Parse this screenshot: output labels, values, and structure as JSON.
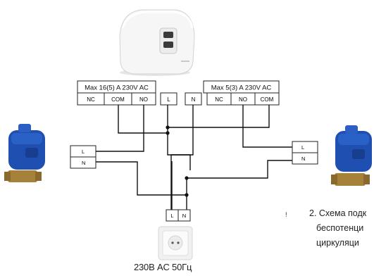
{
  "relay_left": {
    "rating": "Max 16(5) A 230V AC",
    "terminals": [
      "NC",
      "COM",
      "NO"
    ]
  },
  "power_terminals": [
    "L",
    "N"
  ],
  "relay_right": {
    "rating": "Max 5(3) A 230V AC",
    "terminals": [
      "NC",
      "NO",
      "COM"
    ]
  },
  "valve_left_terminals": [
    "L",
    "N"
  ],
  "valve_right_terminals": [
    "L",
    "N"
  ],
  "socket_terminals": [
    "L",
    "N"
  ],
  "socket_caption": "230В AC 50Гц",
  "note_marker": "!",
  "note_lines": [
    "2. Схема подк",
    "беспотенци",
    "циркуляци"
  ],
  "colors": {
    "wire": "#111111",
    "valve_blue": "#1f4fb0",
    "valve_brass": "#a6813a",
    "device_white": "#f4f4f4"
  }
}
